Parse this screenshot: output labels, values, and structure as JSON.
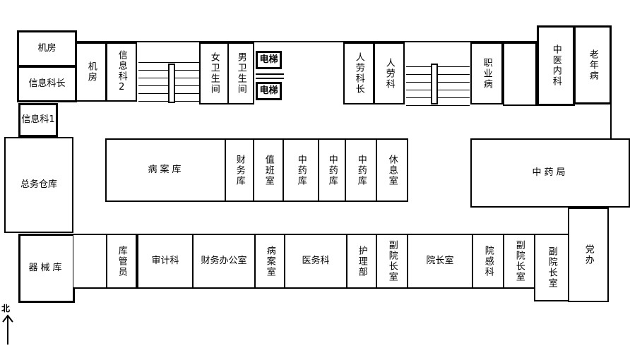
{
  "rooms": {
    "jifang_tl": "机房",
    "xinxi_kezhang": "信息科长",
    "xinxi_ke1": "信息科1",
    "jifang_v": "机房",
    "xinxi_ke2": "信息科2",
    "nv_weishengjian": "女卫生间",
    "nan_weishengjian": "男卫生间",
    "dianti_1": "电梯",
    "dianti_2": "电梯",
    "renlao_kezhang": "人劳科长",
    "renlao_ke": "人劳科",
    "zhiye_bing": "职业病",
    "zhongyi_neike": "中医内科",
    "laonian_bing": "老年病",
    "zongwu_cangku": "总务仓库",
    "bingan_ku": "病案库",
    "caiwu_ku": "财务库",
    "zhiban_shi": "值班室",
    "zhongyao_ku_1": "中药库",
    "zhongyao_ku_2": "中药库",
    "zhongyao_ku_3": "中药库",
    "xiuxi_shi": "休息室",
    "zhongyao_ju": "中药局",
    "qixie_ku": "器械库",
    "ku_guanyuan": "库管员",
    "shenji_ke": "审计科",
    "caiwu_bangongshi": "财务办公室",
    "bingan_shi": "病案室",
    "yiwu_ke": "医务科",
    "huli_bu": "护理部",
    "fu_yuanzhang_shi_1": "副院长室",
    "yuanzhang_shi": "院长室",
    "yuangan_ke": "院感科",
    "fu_yuanzhang_shi_2": "副院长室",
    "fu_yuanzhang_shi_3": "副院长室",
    "dang_ban": "党办"
  },
  "compass": {
    "north_label": "北"
  }
}
